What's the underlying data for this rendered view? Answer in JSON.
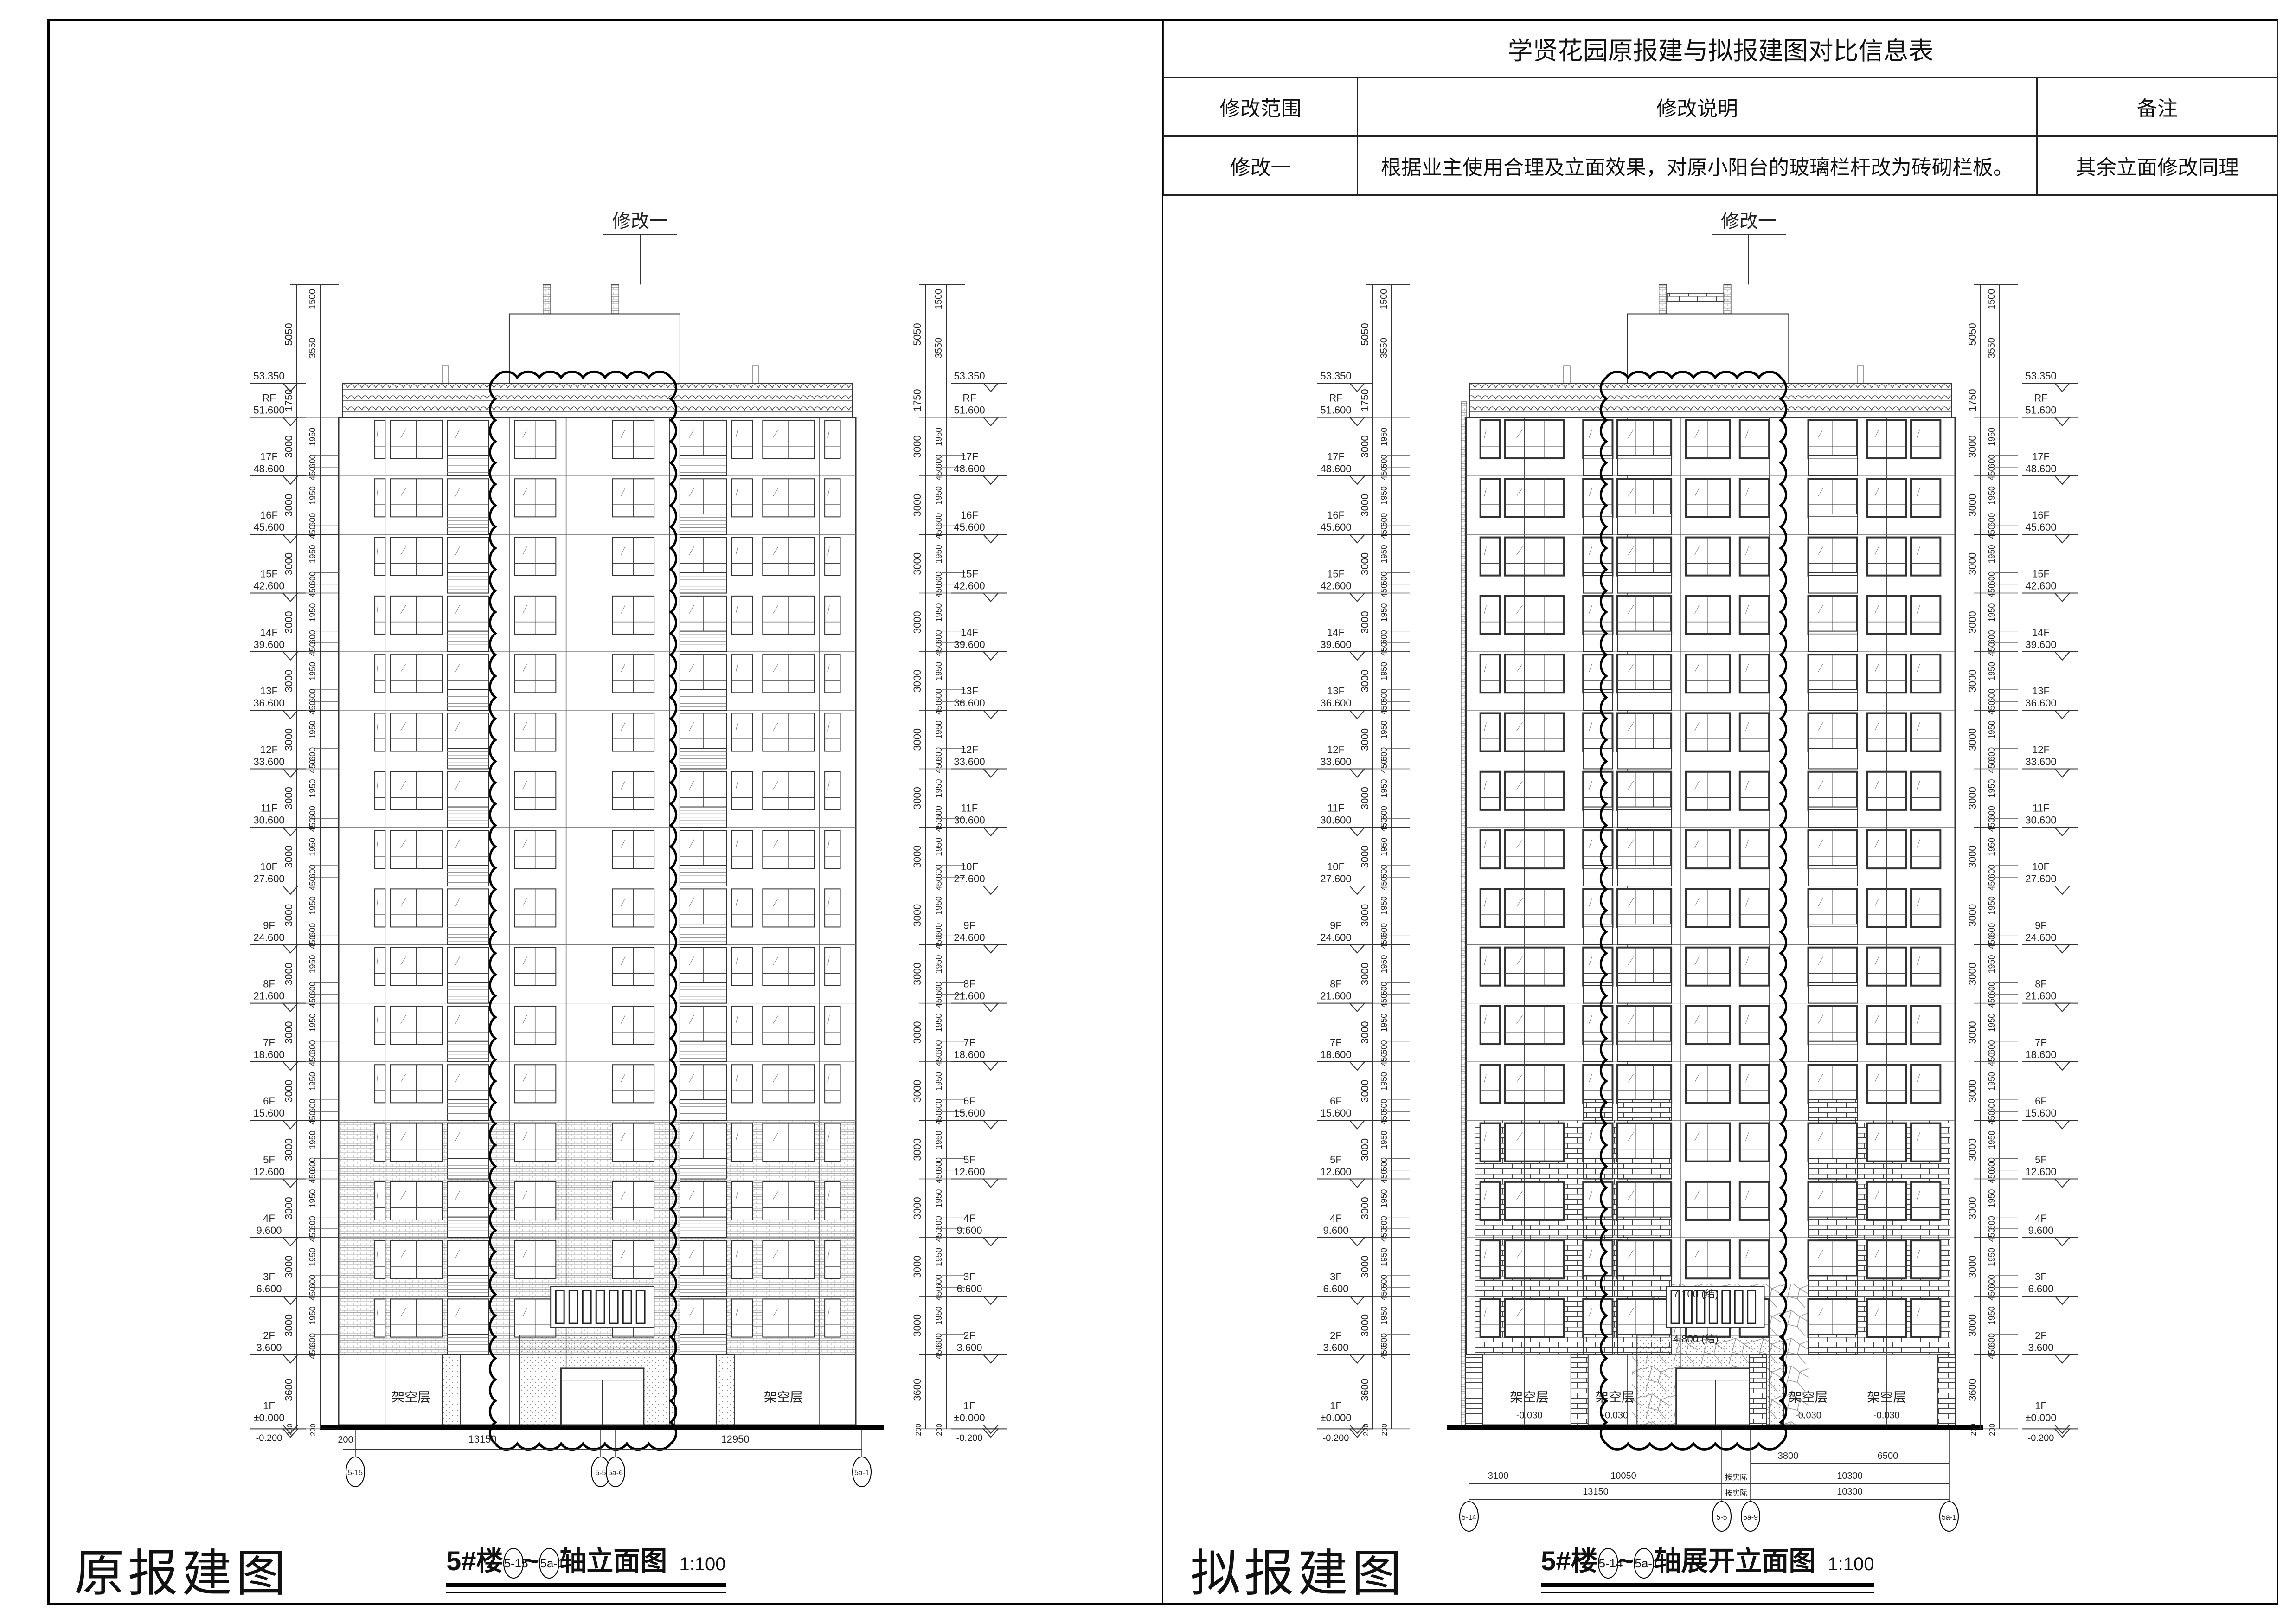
{
  "table": {
    "title": "学贤花园原报建与拟报建图对比信息表",
    "headers": [
      "修改范围",
      "修改说明",
      "备注"
    ],
    "rows": [
      {
        "scope": "修改一",
        "desc": "根据业主使用合理及立面效果，对原小阳台的玻璃栏杆改为砖砌栏板。",
        "note": "其余立面修改同理"
      }
    ]
  },
  "left": {
    "heading": "原报建图",
    "subtitle": {
      "prefix": "5#楼",
      "axis_from": "5-15",
      "tilde": "~",
      "axis_to": "5a-1",
      "suffix": "轴立面图",
      "scale": "1:100"
    },
    "revision_tag": "修改一",
    "ground_label": "架空层",
    "axes": [
      "5-15",
      "5-5",
      "5a-6",
      "5a-1"
    ],
    "bottom_dims": [
      "200",
      "13150",
      "12950"
    ]
  },
  "right": {
    "heading": "拟报建图",
    "subtitle": {
      "prefix": "5#楼",
      "axis_from": "5-14",
      "tilde": "~",
      "axis_to": "5a-1",
      "suffix": "轴展开立面图",
      "scale": "1:100"
    },
    "revision_tag": "修改一",
    "ground_label": "架空层",
    "ground_level": "-0.030",
    "canopy_levels": [
      "7.100 (结)",
      "4.800 (结)"
    ],
    "axes": [
      "5-14",
      "5-5",
      "5a-9",
      "5a-1"
    ],
    "dims_row1": [
      "3800",
      "6500"
    ],
    "dims_row2": [
      "3100",
      "10050",
      "按实际",
      "10300"
    ],
    "dims_row3": [
      "13150",
      "按实际",
      "10300"
    ]
  },
  "floors": [
    {
      "label": "1F",
      "elev": "±0.000",
      "h": "3600"
    },
    {
      "label": "2F",
      "elev": "3.600",
      "h": "3000"
    },
    {
      "label": "3F",
      "elev": "6.600",
      "h": "3000"
    },
    {
      "label": "4F",
      "elev": "9.600",
      "h": "3000"
    },
    {
      "label": "5F",
      "elev": "12.600",
      "h": "3000"
    },
    {
      "label": "6F",
      "elev": "15.600",
      "h": "3000"
    },
    {
      "label": "7F",
      "elev": "18.600",
      "h": "3000"
    },
    {
      "label": "8F",
      "elev": "21.600",
      "h": "3000"
    },
    {
      "label": "9F",
      "elev": "24.600",
      "h": "3000"
    },
    {
      "label": "10F",
      "elev": "27.600",
      "h": "3000"
    },
    {
      "label": "11F",
      "elev": "30.600",
      "h": "3000"
    },
    {
      "label": "12F",
      "elev": "33.600",
      "h": "3000"
    },
    {
      "label": "13F",
      "elev": "36.600",
      "h": "3000"
    },
    {
      "label": "14F",
      "elev": "39.600",
      "h": "3000"
    },
    {
      "label": "15F",
      "elev": "42.600",
      "h": "3000"
    },
    {
      "label": "16F",
      "elev": "45.600",
      "h": "3000"
    },
    {
      "label": "17F",
      "elev": "48.600",
      "h": "3000"
    },
    {
      "label": "RF",
      "elev": "51.600",
      "h": "1750"
    }
  ],
  "floor_subdims": [
    "450",
    "600",
    "1950"
  ],
  "roof_top": {
    "elev": "53.350",
    "dims": [
      "5050",
      "1500",
      "3550",
      "1500"
    ]
  },
  "base": {
    "elev": "-0.200",
    "dims": [
      "200",
      "200"
    ]
  }
}
